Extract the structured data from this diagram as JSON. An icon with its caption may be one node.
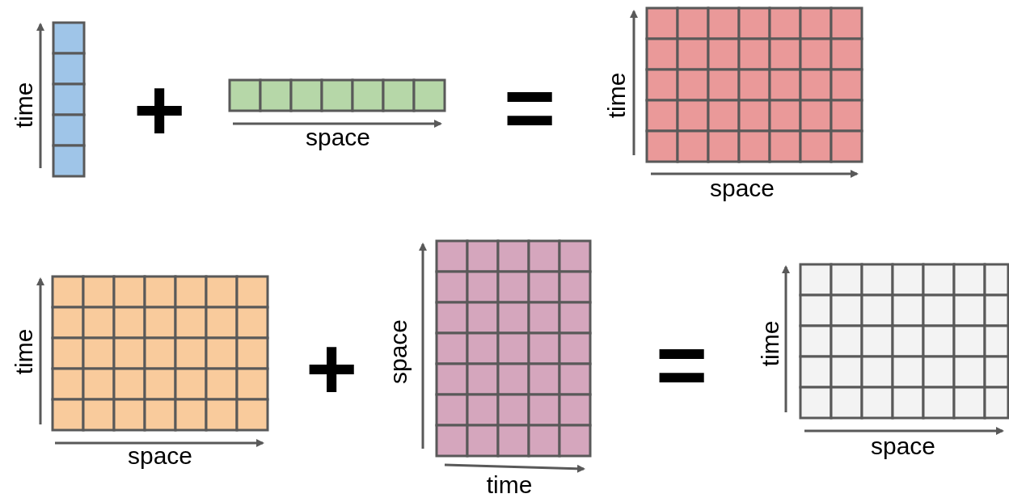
{
  "diagram": {
    "labels": [
      "time",
      "+",
      "space",
      "=",
      "time",
      "space",
      "time",
      "space",
      "+",
      "space",
      "time",
      "=",
      "time",
      "space"
    ]
  }
}
